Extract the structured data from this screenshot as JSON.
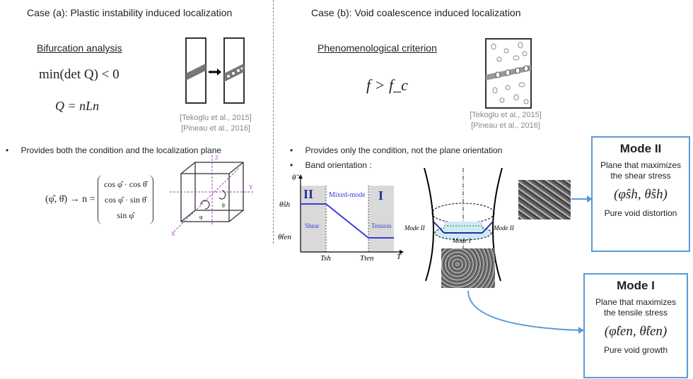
{
  "left": {
    "header": "Case (a): Plastic instability induced localization",
    "subheader": "Bifurcation analysis",
    "eq1": "min(det Q) < 0",
    "eq2": "Q = nLn",
    "citation1": "[Tekoglu et al., 2015]",
    "citation2": "[Pineau et al., 2016]",
    "bullet": "Provides both the condition and the localization plane",
    "angles_eq": "(φ̂, θ̂) → n =",
    "vector": [
      "cos φ̂ · cos θ̂",
      "cos φ̂ · sin θ̂",
      "sin φ̂"
    ],
    "axes": {
      "z": "Z",
      "y": "Y",
      "x": "X",
      "theta": "θ",
      "phi": "φ"
    }
  },
  "right": {
    "header": "Case (b): Void coalescence induced localization",
    "subheader": "Phenomenological criterion",
    "eq": "f > f_c",
    "citation1": "[Tekoglu et al., 2015]",
    "citation2": "[Pineau et al., 2016]",
    "bullet1": "Provides only the condition, not the plane orientation",
    "bullet2": "Band orientation :",
    "plot": {
      "ylabel": "θ̂",
      "y_sh": "θ̂sh",
      "y_ten": "θ̂ten",
      "x_sh": "Tsh",
      "x_ten": "Tten",
      "xlabel": "T",
      "region_ii": "II",
      "region_i": "I",
      "mixed": "Mixed-mode",
      "shear": "Shear",
      "tension": "Tension"
    },
    "sketch": {
      "mode_ii_left": "Mode II",
      "mode_ii_right": "Mode II",
      "mode_i": "Mode I"
    }
  },
  "mode2": {
    "title": "Mode II",
    "desc1": "Plane that maximizes",
    "desc2": "the shear stress",
    "formula": "(φ̂sh, θ̂sh)",
    "note": "Pure void distortion"
  },
  "mode1": {
    "title": "Mode I",
    "desc1": "Plane that maximizes",
    "desc2": "the tensile stress",
    "formula": "(φ̂ten, θ̂ten)",
    "note": "Pure void growth"
  },
  "colors": {
    "accent": "#5b9bd5",
    "plot_line": "#3a3adc",
    "region": "#d9d9d9"
  }
}
